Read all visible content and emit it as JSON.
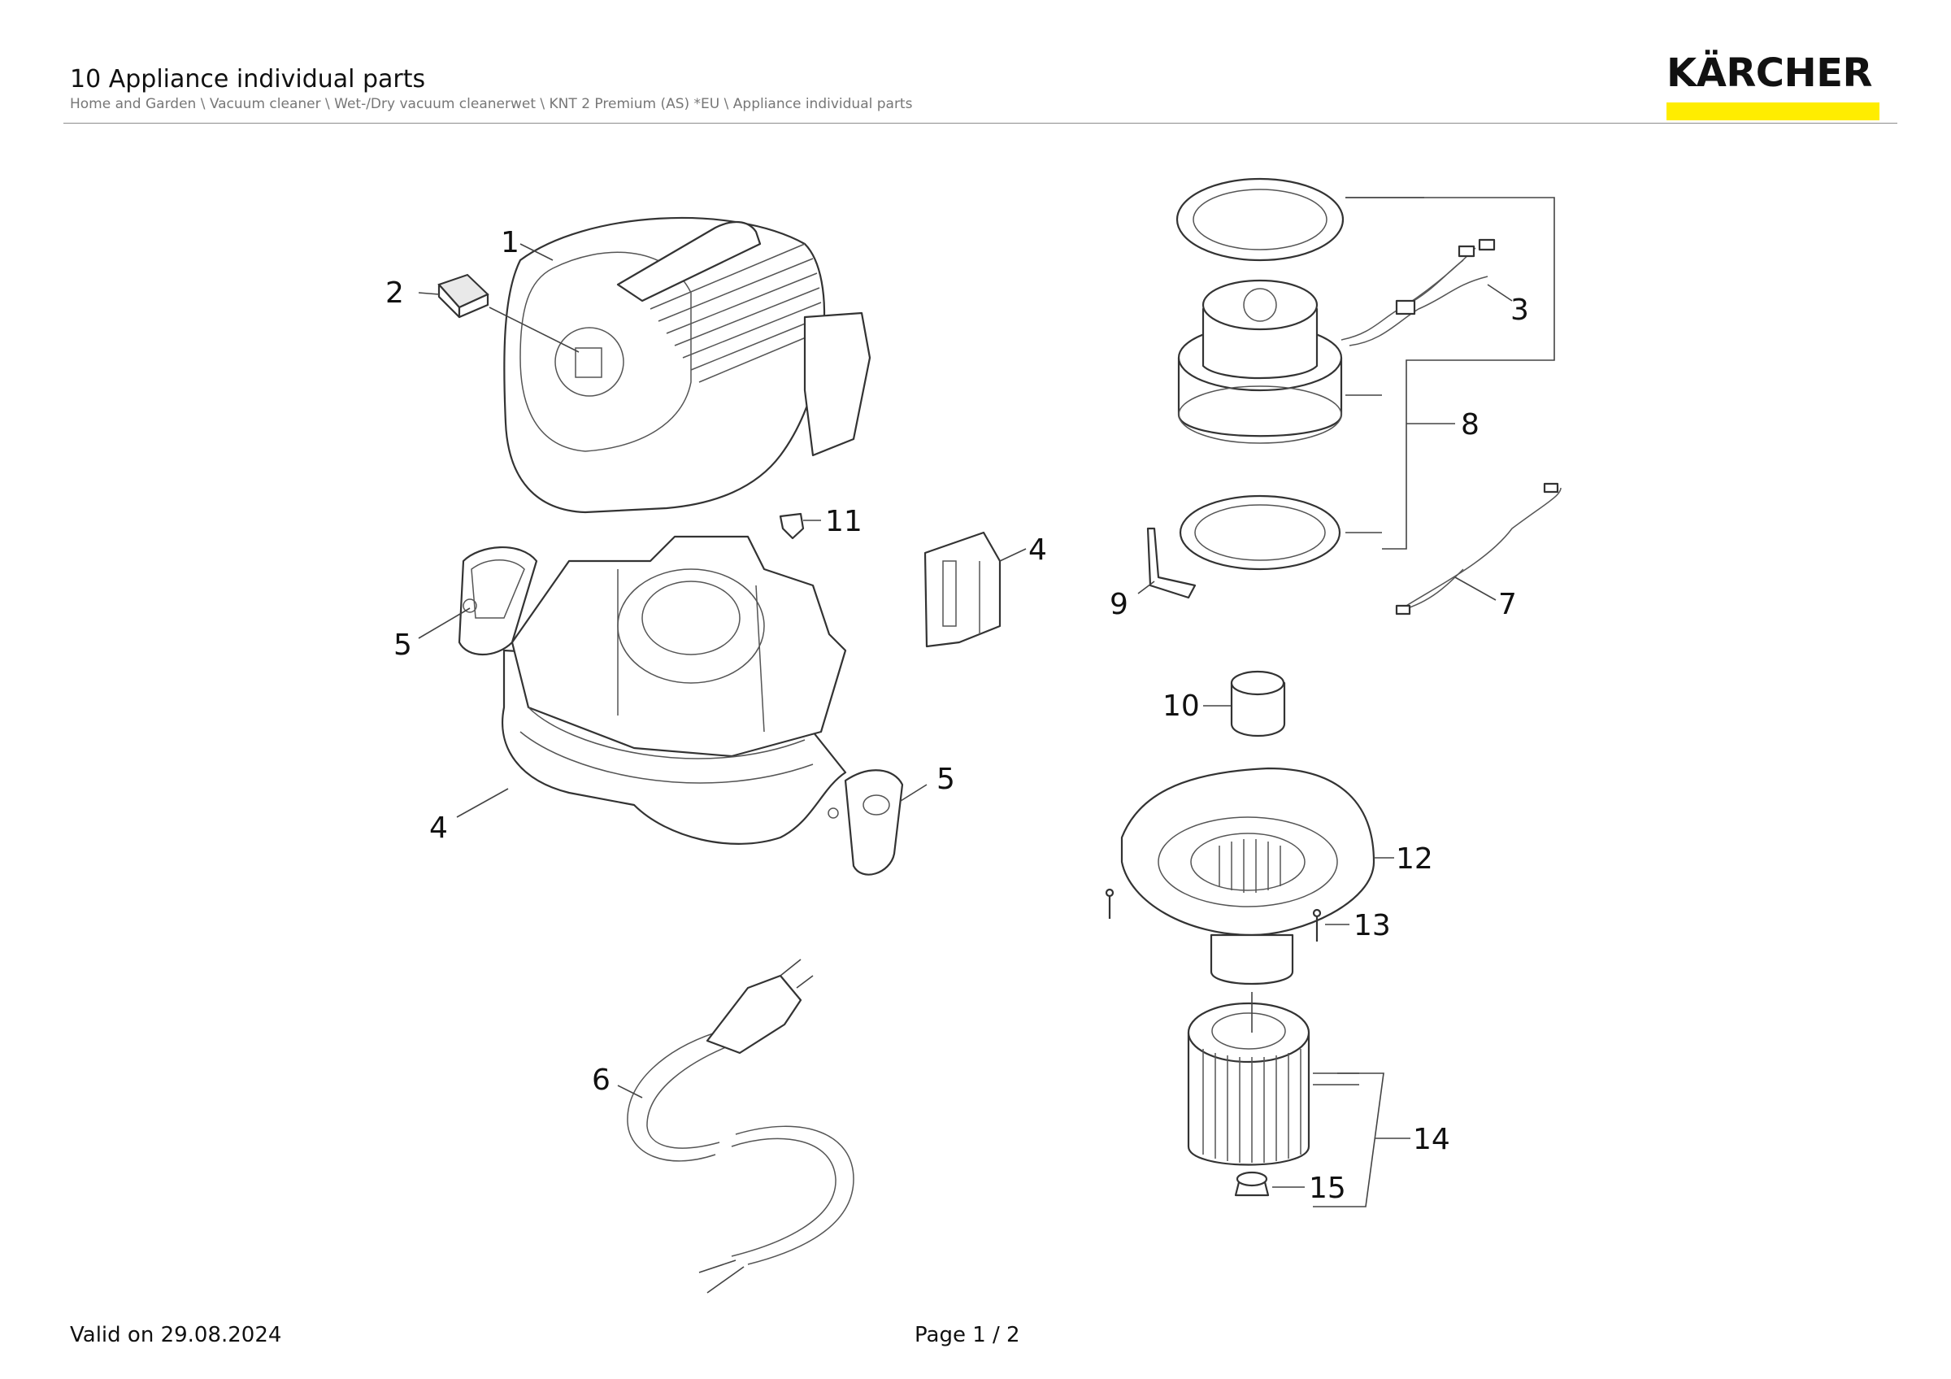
{
  "header": {
    "title": "10 Appliance individual parts",
    "breadcrumb": "Home and Garden \\ Vacuum cleaner \\ Wet-/Dry vacuum cleanerwet \\ KNT 2 Premium (AS) *EU \\ Appliance individual parts"
  },
  "logo": {
    "brand": "KÄRCHER",
    "bar_color": "#ffed00"
  },
  "footer": {
    "valid": "Valid on 29.08.2024",
    "page": "Page 1 / 2"
  },
  "callouts": {
    "c1": "1",
    "c2": "2",
    "c3": "3",
    "c4a": "4",
    "c4b": "4",
    "c5a": "5",
    "c5b": "5",
    "c6": "6",
    "c7": "7",
    "c8": "8",
    "c9": "9",
    "c10": "10",
    "c11": "11",
    "c12": "12",
    "c13": "13",
    "c14": "14",
    "c15": "15"
  }
}
